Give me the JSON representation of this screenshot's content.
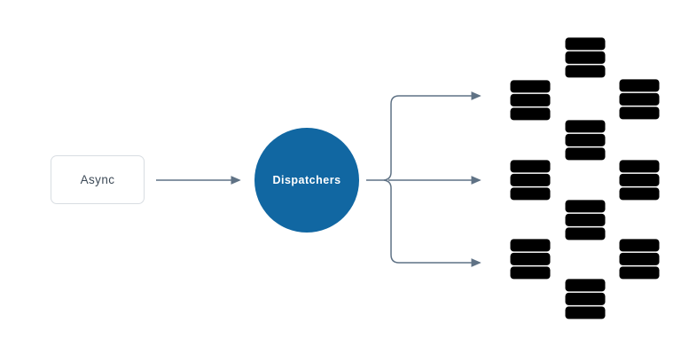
{
  "colors": {
    "background": "#ffffff",
    "accent-blue": "#1167a2",
    "connector": "#5f7285",
    "server-border": "#5e7183",
    "box-border": "#d8dde2",
    "box-text": "#3d4a57",
    "circle-text": "#ffffff"
  },
  "nodes": {
    "async": {
      "label": "Async"
    },
    "dispatchers": {
      "label": "Dispatchers"
    }
  },
  "servers": {
    "count": 10
  }
}
